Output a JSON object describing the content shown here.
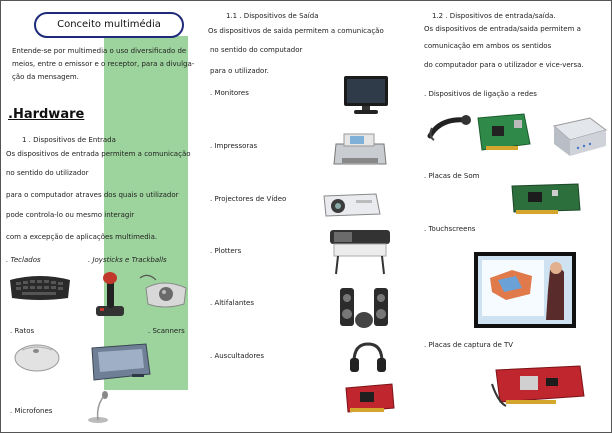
{
  "left": {
    "title": "Conceito multimédia",
    "intro": [
      "Entende-se por multimedia o uso diversificado de",
      "meios, entre o emissor e o receptor, para a divulga-",
      "ção da mensagem."
    ],
    "hardware_heading": ".Hardware",
    "section_1_1": "1 . Dispositivos de Entrada",
    "section_1_1_text": [
      "Os dispositivos de entrada permitem a comunicação",
      "no sentido do utilizador",
      "para o computador atraves dos quais o utilizador",
      "pode controla-lo ou mesmo interagir",
      "com a excepção de aplicações multimedia."
    ],
    "items": {
      "teclados": ". Teclados",
      "joysticks": ". Joysticks e ",
      "trackballs": "Trackballs",
      "ratos": ". Ratos",
      "scanners": ". Scanners",
      "microfones": ". Microfones"
    }
  },
  "middle": {
    "heading": "1.1 . Dispositivos de Saída",
    "text": [
      "Os dispositivos de saida permitem a comunicação",
      "no sentido do computador",
      "para o utilizador."
    ],
    "items": {
      "monitores": ". Monitores",
      "impressoras": ". Impressoras",
      "projectores": ". Projectores de Vídeo",
      "plotters": ". Plotters",
      "altifalantes": ". Altifalantes",
      "auscultadores": ". Auscultadores"
    }
  },
  "right": {
    "heading": "1.2 . Dispositivos de entrada/saída.",
    "text": [
      "Os dispositivos de entrada/saida permitem a",
      "comunicação em ambos os sentidos",
      "do computador para o utilizador e vice-versa."
    ],
    "items": {
      "redes": ". Dispositivos de ligação a redes",
      "som": ". Placas de Som",
      "touchscreens": ". Touchscreens",
      "tv": ". Placas de captura de TV"
    }
  },
  "colors": {
    "accent_band": "#9dd49d",
    "pill_border": "#1f2a7a"
  }
}
